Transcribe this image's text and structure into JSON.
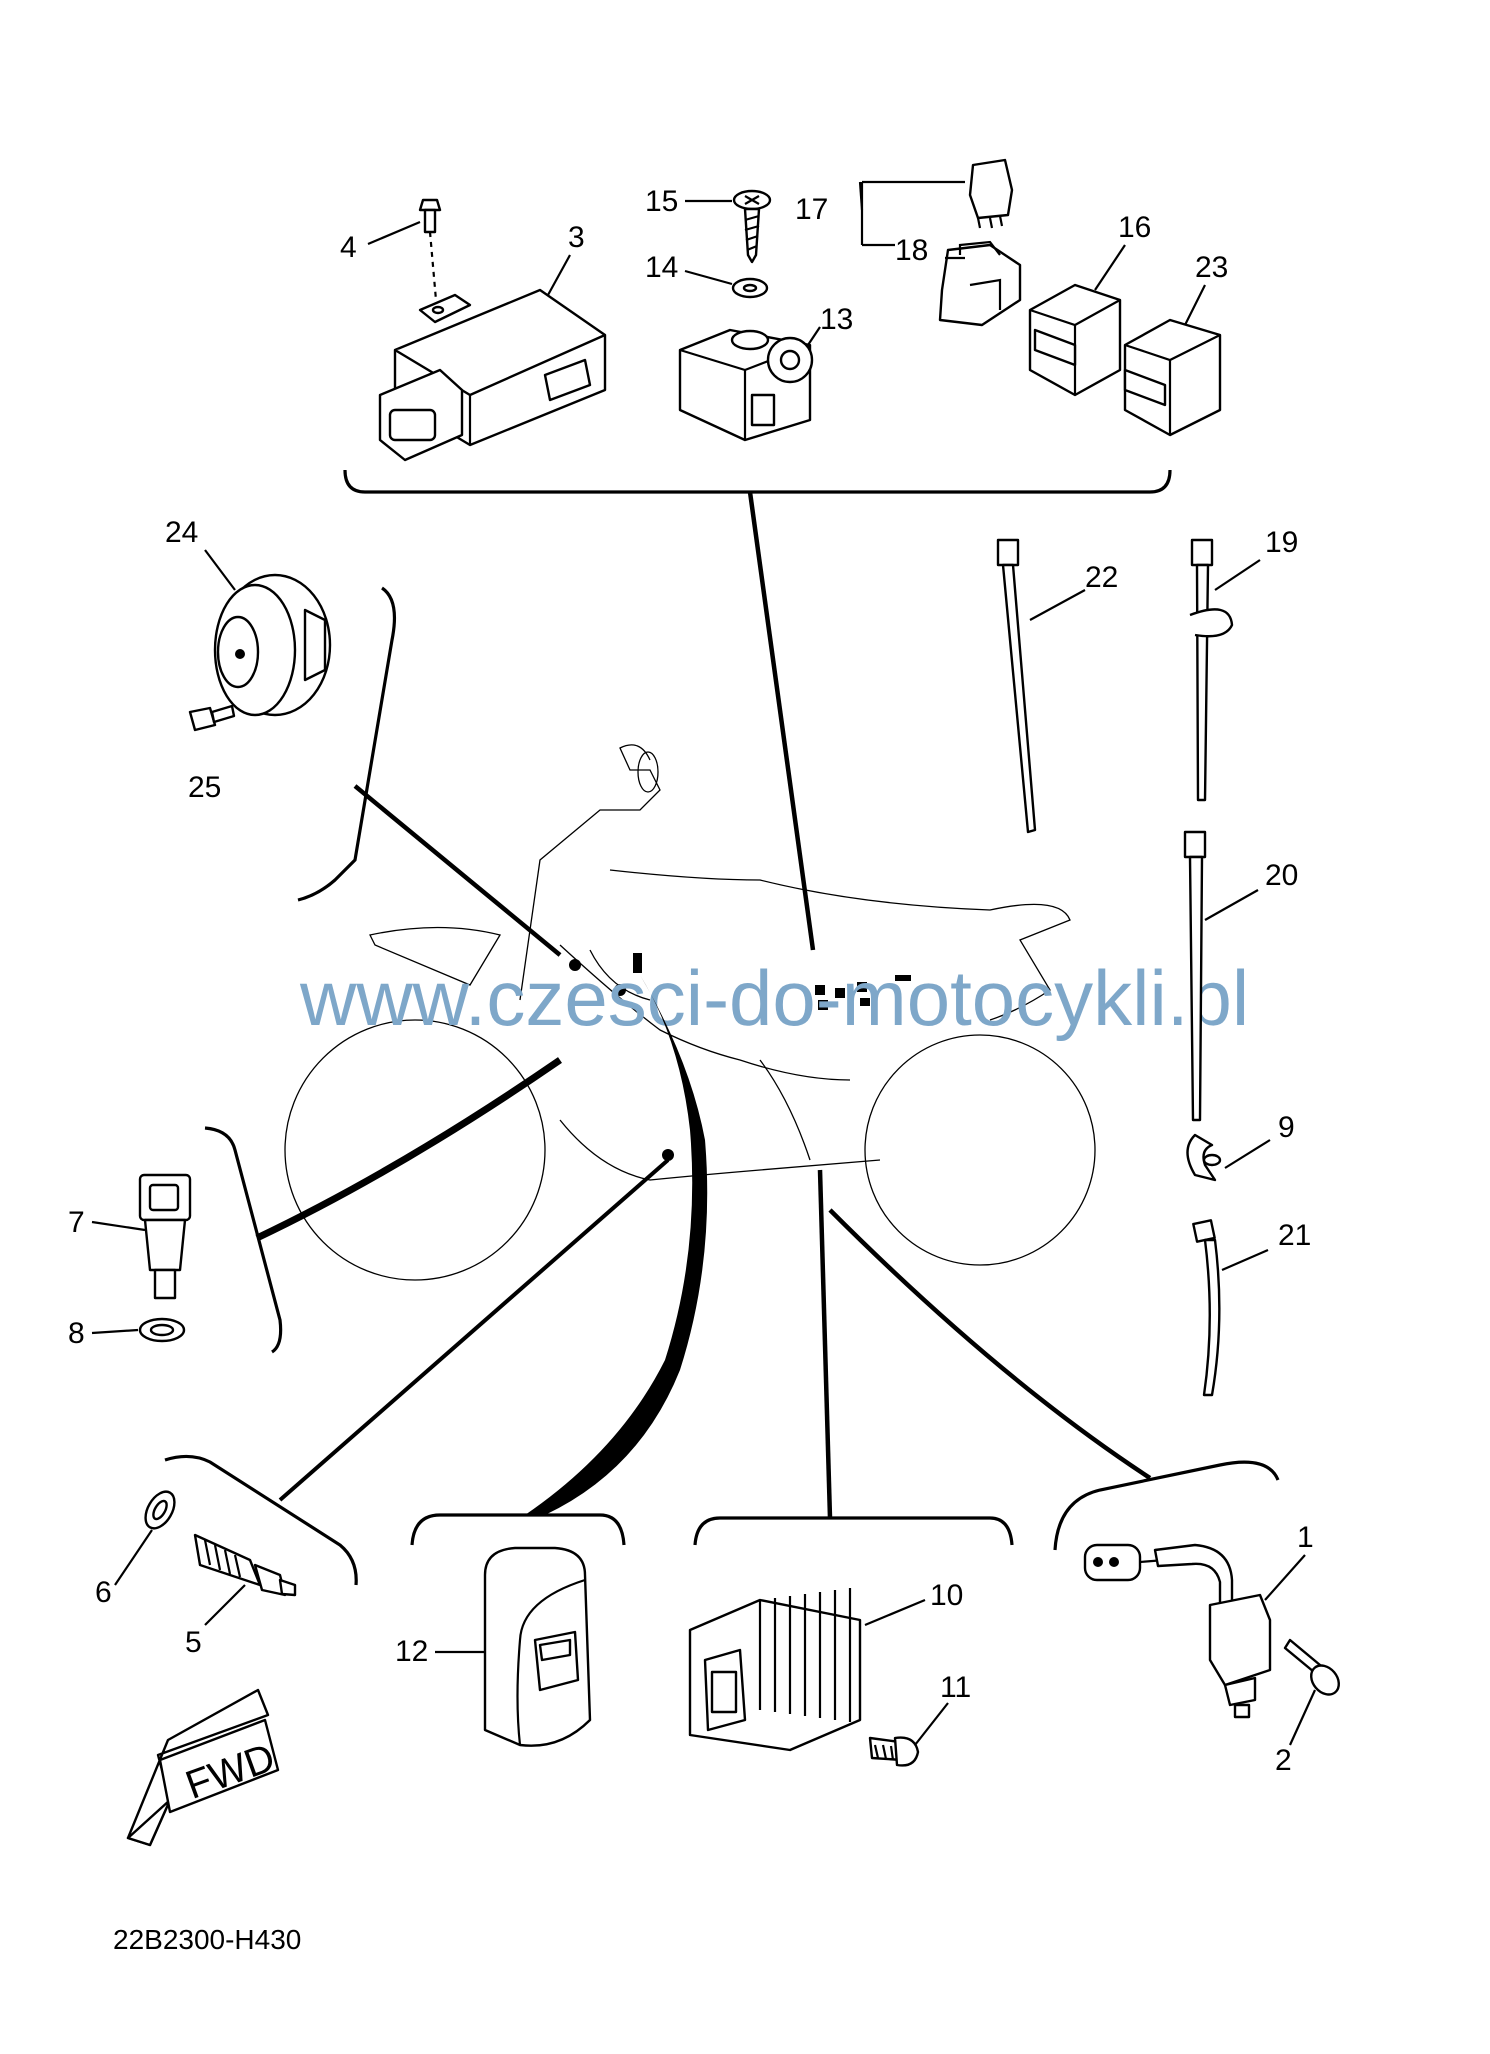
{
  "watermark": "www.czesci-do-motocykli.pl",
  "diagram_code": "22B2300-H430",
  "fwd_label": "FWD",
  "callouts": {
    "c1": "1",
    "c2": "2",
    "c3": "3",
    "c4": "4",
    "c5": "5",
    "c6": "6",
    "c7": "7",
    "c8": "8",
    "c9": "9",
    "c10": "10",
    "c11": "11",
    "c12": "12",
    "c13": "13",
    "c14": "14",
    "c15": "15",
    "c16": "16",
    "c17": "17",
    "c18": "18",
    "c19": "19",
    "c20": "20",
    "c21": "21",
    "c22": "22",
    "c23": "23",
    "c24": "24",
    "c25": "25"
  },
  "colors": {
    "watermark": "#7ea7c9",
    "lines": "#000000",
    "background": "#ffffff"
  }
}
